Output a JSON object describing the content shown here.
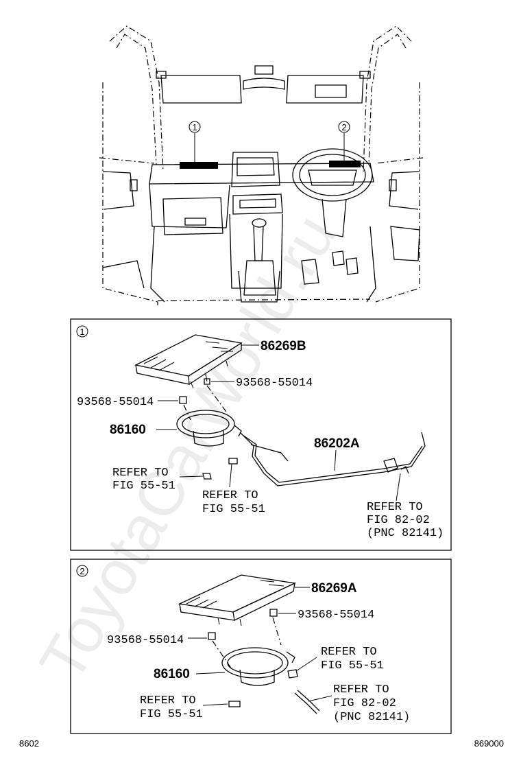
{
  "watermark": "ToyotaCarWorld.ru",
  "overview": {
    "callout_1": "1",
    "callout_2": "2"
  },
  "panel_1": {
    "index": "1",
    "labels": {
      "grille": "86269B",
      "clip_right": "93568-55014",
      "clip_left": "93568-55014",
      "speaker": "86160",
      "wire": "86202A",
      "refer_a_line1": "REFER TO",
      "refer_a_line2": "FIG 55-51",
      "refer_b_line1": "REFER TO",
      "refer_b_line2": "FIG 55-51",
      "refer_c_line1": "REFER TO",
      "refer_c_line2": "FIG 82-02",
      "refer_c_line3": "(PNC 82141)"
    }
  },
  "panel_2": {
    "index": "2",
    "labels": {
      "grille": "86269A",
      "clip_right": "93568-55014",
      "clip_left": "93568-55014",
      "speaker": "86160",
      "refer_a_line1": "REFER TO",
      "refer_a_line2": "FIG 55-51",
      "refer_b_line1": "REFER TO",
      "refer_b_line2": "FIG 82-02",
      "refer_b_line3": "(PNC 82141)",
      "refer_c_line1": "REFER TO",
      "refer_c_line2": "FIG 55-51"
    }
  },
  "footer": {
    "left_code": "8602",
    "right_code": "869000"
  }
}
